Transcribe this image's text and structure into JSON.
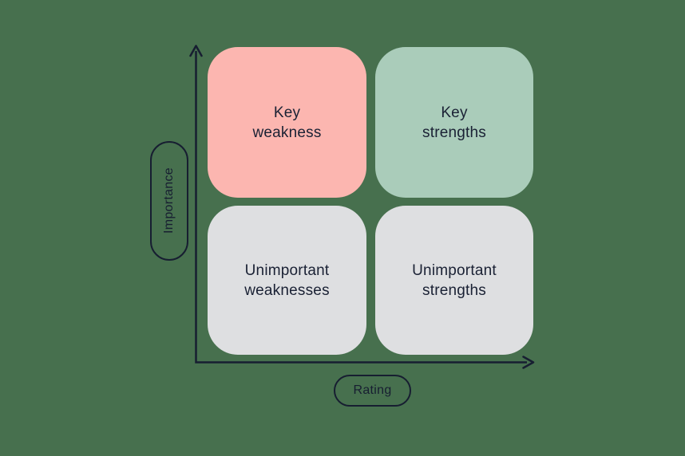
{
  "colors": {
    "background": "#47704E",
    "ink": "#171E31",
    "quadrant_pink": "#FCB6B0",
    "quadrant_green": "#AACCBA",
    "quadrant_gray": "#DEDFE1"
  },
  "diagram": {
    "type": "quadrant-matrix",
    "x_axis_label": "Rating",
    "y_axis_label": "Importance",
    "quadrants": [
      {
        "position": "top-left",
        "label": "Key\nweakness",
        "color": "#FCB6B0"
      },
      {
        "position": "top-right",
        "label": "Key\nstrengths",
        "color": "#AACCBA"
      },
      {
        "position": "bottom-left",
        "label": "Unimportant\nweaknesses",
        "color": "#DEDFE1"
      },
      {
        "position": "bottom-right",
        "label": "Unimportant\nstrengths",
        "color": "#DEDFE1"
      }
    ]
  }
}
